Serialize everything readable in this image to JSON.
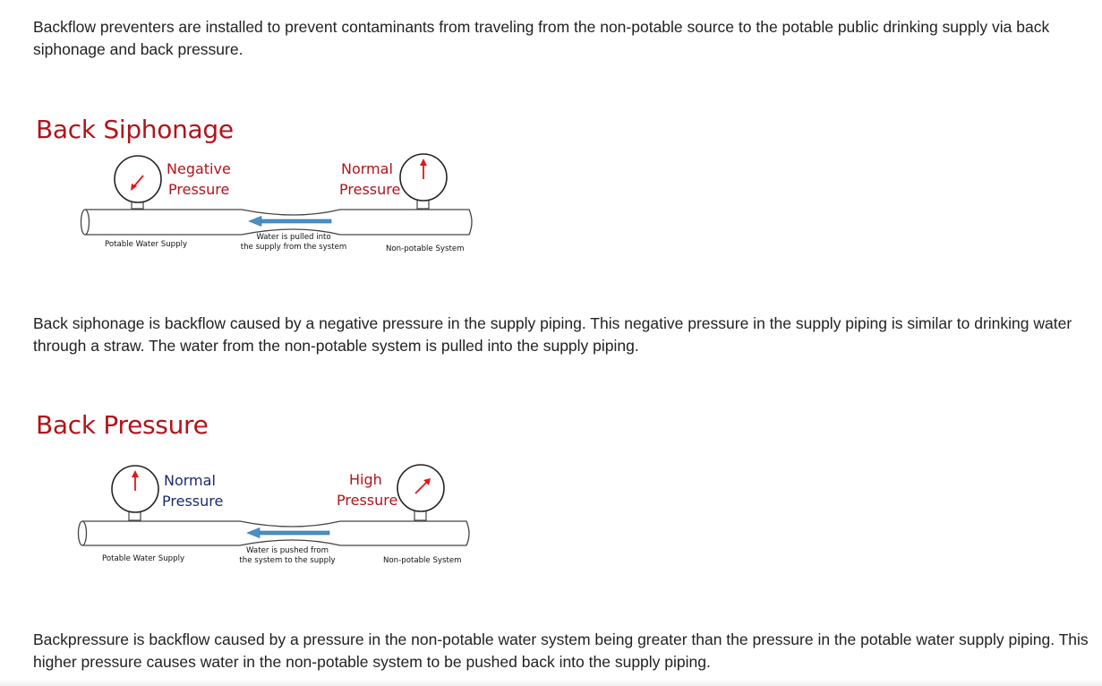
{
  "intro_text": "Backflow preventers are installed to prevent contaminants from traveling from the non-potable source to the potable public drinking supply via back siphonage and back pressure.",
  "back_siphonage": {
    "title": "Back Siphonage",
    "left_gauge": {
      "line1": "Negative",
      "line2": "Pressure",
      "color": "#b0141b"
    },
    "right_gauge": {
      "line1": "Normal",
      "line2": "Pressure",
      "color": "#b0141b"
    },
    "left_pipe_label": "Potable Water Supply",
    "center_label_line1": "Water is pulled into",
    "center_label_line2": "the supply from the system",
    "right_pipe_label": "Non-potable System",
    "description": "Back siphonage is backflow caused by a negative pressure in the supply piping. This negative pressure in the supply piping is similar to drinking water through a straw. The water from the non-potable system is pulled into the supply piping."
  },
  "back_pressure": {
    "title": "Back Pressure",
    "left_gauge": {
      "line1": "Normal",
      "line2": "Pressure",
      "color": "#1a2a6c"
    },
    "right_gauge": {
      "line1": "High",
      "line2": "Pressure",
      "color": "#b0141b"
    },
    "left_pipe_label": "Potable Water Supply",
    "center_label_line1": "Water is pushed from",
    "center_label_line2": "the system to the supply",
    "right_pipe_label": "Non-potable System",
    "description": "Backpressure is backflow caused by a pressure in the non-potable water system being greater than the pressure in the potable water supply piping. This higher pressure causes water in the non-potable system to be pushed back into the supply piping."
  },
  "colors": {
    "title_red": "#b0141b",
    "needle_red": "#e0161c",
    "arrow_blue": "#4a90c8"
  }
}
